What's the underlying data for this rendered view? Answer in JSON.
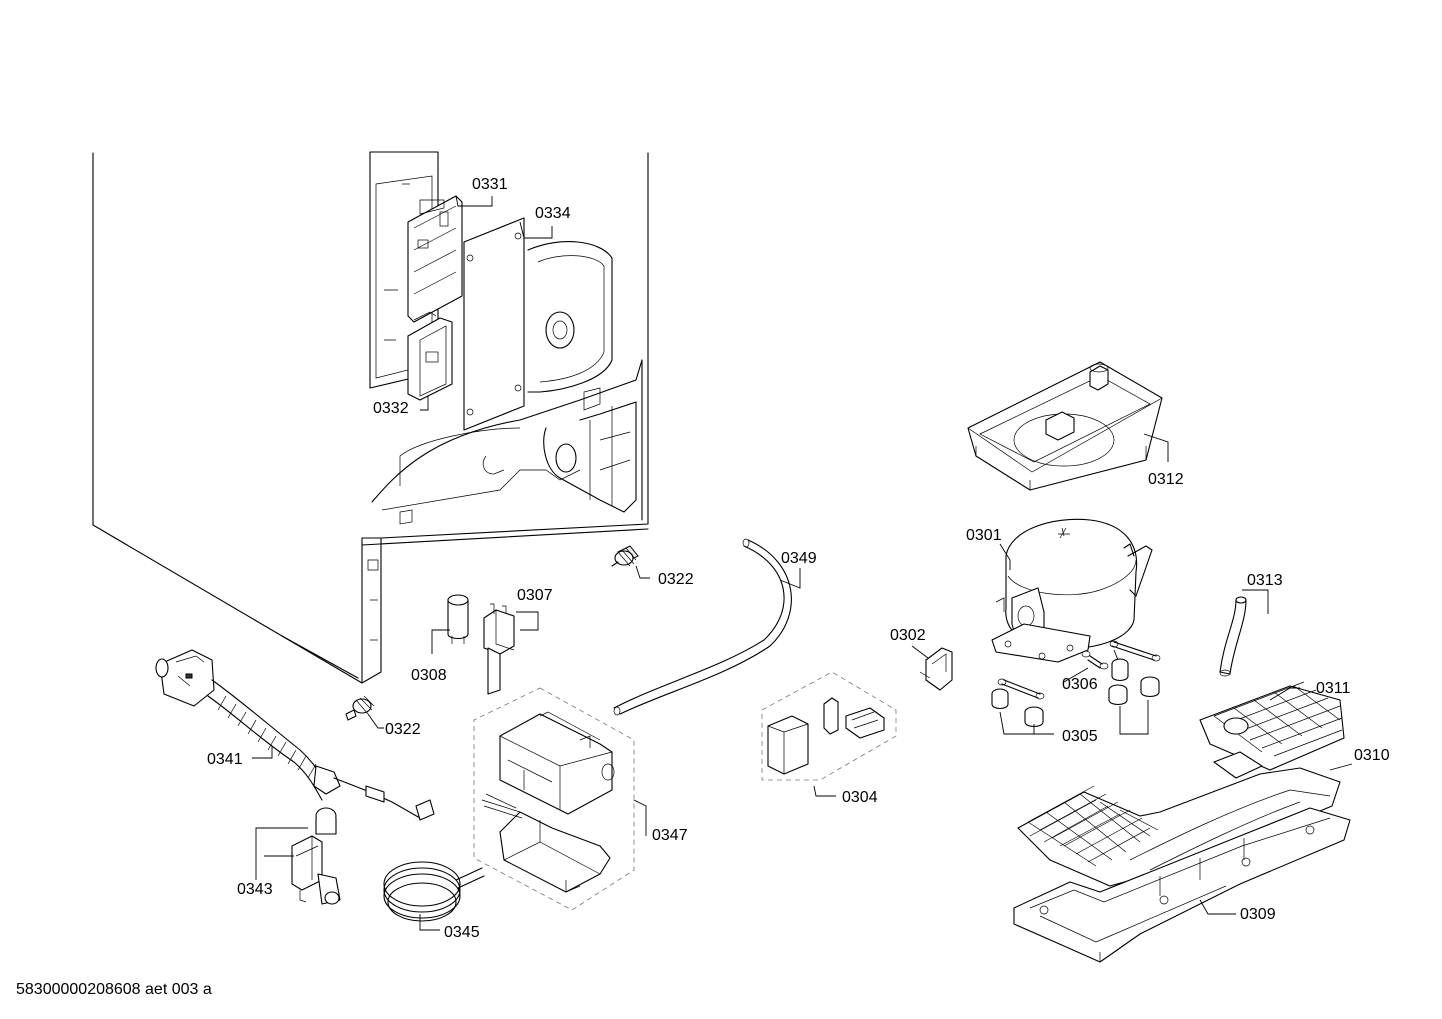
{
  "document_id": "58300000208608 aet 003 a",
  "parts": [
    {
      "id": "p0331",
      "label": "0331"
    },
    {
      "id": "p0334",
      "label": "0334"
    },
    {
      "id": "p0332",
      "label": "0332"
    },
    {
      "id": "p0312",
      "label": "0312"
    },
    {
      "id": "p0301",
      "label": "0301"
    },
    {
      "id": "p0322a",
      "label": "0322"
    },
    {
      "id": "p0349",
      "label": "0349"
    },
    {
      "id": "p0313",
      "label": "0313"
    },
    {
      "id": "p0307",
      "label": "0307"
    },
    {
      "id": "p0302",
      "label": "0302"
    },
    {
      "id": "p0308",
      "label": "0308"
    },
    {
      "id": "p0306",
      "label": "0306"
    },
    {
      "id": "p0311",
      "label": "0311"
    },
    {
      "id": "p0322b",
      "label": "0322"
    },
    {
      "id": "p0305",
      "label": "0305"
    },
    {
      "id": "p0341",
      "label": "0341"
    },
    {
      "id": "p0310",
      "label": "0310"
    },
    {
      "id": "p0304",
      "label": "0304"
    },
    {
      "id": "p0347",
      "label": "0347"
    },
    {
      "id": "p0343",
      "label": "0343"
    },
    {
      "id": "p0309",
      "label": "0309"
    },
    {
      "id": "p0345",
      "label": "0345"
    }
  ]
}
